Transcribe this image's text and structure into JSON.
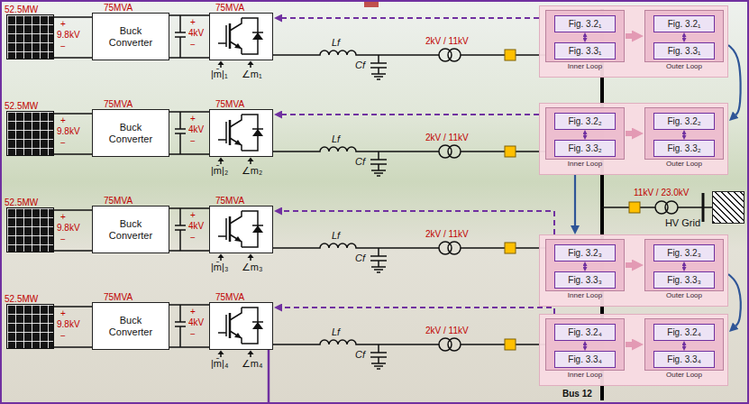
{
  "diagram": {
    "nodes": [
      {
        "text": [
          "52.5MW"
        ]
      },
      {
        "text": [
          "75MVA",
          "Buck Converter"
        ]
      },
      {
        "text": [
          "75MVA"
        ]
      },
      {
        "text": [
          "52.5MW"
        ]
      },
      {
        "text": [
          "75MVA",
          "Buck Converter"
        ]
      },
      {
        "text": [
          "75MVA"
        ]
      },
      {
        "text": [
          "52.5MW"
        ]
      },
      {
        "text": [
          "75MVA",
          "Buck Converter"
        ]
      },
      {
        "text": [
          "75MVA"
        ]
      },
      {
        "text": [
          "52.5MW"
        ]
      },
      {
        "text": [
          "75MVA",
          "Buck Converter"
        ]
      },
      {
        "text": [
          "75MVA"
        ]
      },
      {
        "text": [
          "HV Grid"
        ]
      },
      {},
      {
        "text": [
          "Inner Loop"
        ],
        "in": 13
      },
      {
        "text": [
          "Fig. 3.2₁"
        ],
        "in": 14
      },
      {
        "text": [
          "Fig. 3.3₁"
        ],
        "in": 14
      },
      {
        "text": [
          "Outer Loop"
        ],
        "in": 13
      },
      {
        "text": [
          "Fig. 3.2₁"
        ],
        "in": 17
      },
      {
        "text": [
          "Fig. 3.3₁"
        ],
        "in": 17
      },
      {},
      {
        "text": [
          "Inner Loop"
        ],
        "in": 20
      },
      {
        "text": [
          "Fig. 3.2₂"
        ],
        "in": 21
      },
      {
        "text": [
          "Fig. 3.3₂"
        ],
        "in": 21
      },
      {
        "text": [
          "Outer Loop"
        ],
        "in": 20
      },
      {
        "text": [
          "Fig. 3.2₂"
        ],
        "in": 24
      },
      {
        "text": [
          "Fig. 3.3₂"
        ],
        "in": 24
      },
      {},
      {
        "text": [
          "Inner Loop"
        ],
        "in": 27
      },
      {
        "text": [
          "Fig. 3.2₃"
        ],
        "in": 28
      },
      {
        "text": [
          "Fig. 3.3₃"
        ],
        "in": 28
      },
      {
        "text": [
          "Outer Loop"
        ],
        "in": 27
      },
      {
        "text": [
          "Fig. 3.2₃"
        ],
        "in": 31
      },
      {
        "text": [
          "Fig. 3.3₃"
        ],
        "in": 31
      },
      {},
      {
        "text": [
          "Inner Loop"
        ],
        "in": 34
      },
      {
        "text": [
          "Fig. 3.2₄"
        ],
        "in": 35
      },
      {
        "text": [
          "Fig. 3.3₄"
        ],
        "in": 35
      },
      {
        "text": [
          "Outer Loop"
        ],
        "in": 34
      },
      {
        "text": [
          "Fig. 3.2₄"
        ],
        "in": 38
      },
      {
        "text": [
          "Fig. 3.3₄"
        ],
        "in": 38
      }
    ],
    "edges": [
      {
        "from": 0,
        "to": 1,
        "arrow": "none"
      },
      {
        "from": 1,
        "to": 2,
        "arrow": "none"
      },
      {
        "from": 3,
        "to": 4,
        "arrow": "none"
      },
      {
        "from": 4,
        "to": 5,
        "arrow": "none"
      },
      {
        "from": 6,
        "to": 7,
        "arrow": "none"
      },
      {
        "from": 7,
        "to": 8,
        "arrow": "none"
      },
      {
        "from": 9,
        "to": 10,
        "arrow": "none"
      },
      {
        "from": 10,
        "to": 11,
        "arrow": "none"
      },
      {
        "from": 13,
        "to": 2,
        "arrow": "to"
      },
      {
        "from": 20,
        "to": 5,
        "arrow": "to"
      },
      {
        "from": 27,
        "to": 8,
        "arrow": "to"
      },
      {
        "from": 34,
        "to": 11,
        "arrow": "to"
      },
      {
        "from": 13,
        "to": 20,
        "arrow": "to"
      },
      {
        "from": 20,
        "to": 27,
        "arrow": "to"
      },
      {
        "from": 27,
        "to": 34,
        "arrow": "to"
      },
      {
        "from": 14,
        "to": 17,
        "arrow": "to"
      },
      {
        "from": 21,
        "to": 24,
        "arrow": "to"
      },
      {
        "from": 28,
        "to": 31,
        "arrow": "to"
      },
      {
        "from": 35,
        "to": 38,
        "arrow": "to"
      },
      {
        "from": 15,
        "to": 16,
        "arrow": "both"
      },
      {
        "from": 18,
        "to": 19,
        "arrow": "both"
      },
      {
        "from": 22,
        "to": 23,
        "arrow": "both"
      },
      {
        "from": 25,
        "to": 26,
        "arrow": "both"
      },
      {
        "from": 29,
        "to": 30,
        "arrow": "both"
      },
      {
        "from": 32,
        "to": 33,
        "arrow": "both"
      },
      {
        "from": 36,
        "to": 37,
        "arrow": "both"
      },
      {
        "from": 39,
        "to": 40,
        "arrow": "both"
      }
    ],
    "labels": [
      "+",
      "9.8kV",
      "−",
      "+",
      "4kV",
      "−",
      "|m̄|₁",
      "∠m₁",
      "Lf",
      "Cf",
      "2kV / 11kV",
      "+",
      "9.8kV",
      "−",
      "+",
      "4kV",
      "−",
      "|m̄|₂",
      "∠m₂",
      "Lf",
      "Cf",
      "2kV / 11kV",
      "+",
      "9.8kV",
      "−",
      "+",
      "4kV",
      "−",
      "|m̄|₃",
      "∠m₃",
      "Lf",
      "Cf",
      "2kV / 11kV",
      "+",
      "9.8kV",
      "−",
      "+",
      "4kV",
      "−",
      "|m̄|₄",
      "∠m₄",
      "Lf",
      "Cf",
      "2kV / 11kV",
      "Bus 12",
      "11kV / 23.0kV"
    ]
  }
}
